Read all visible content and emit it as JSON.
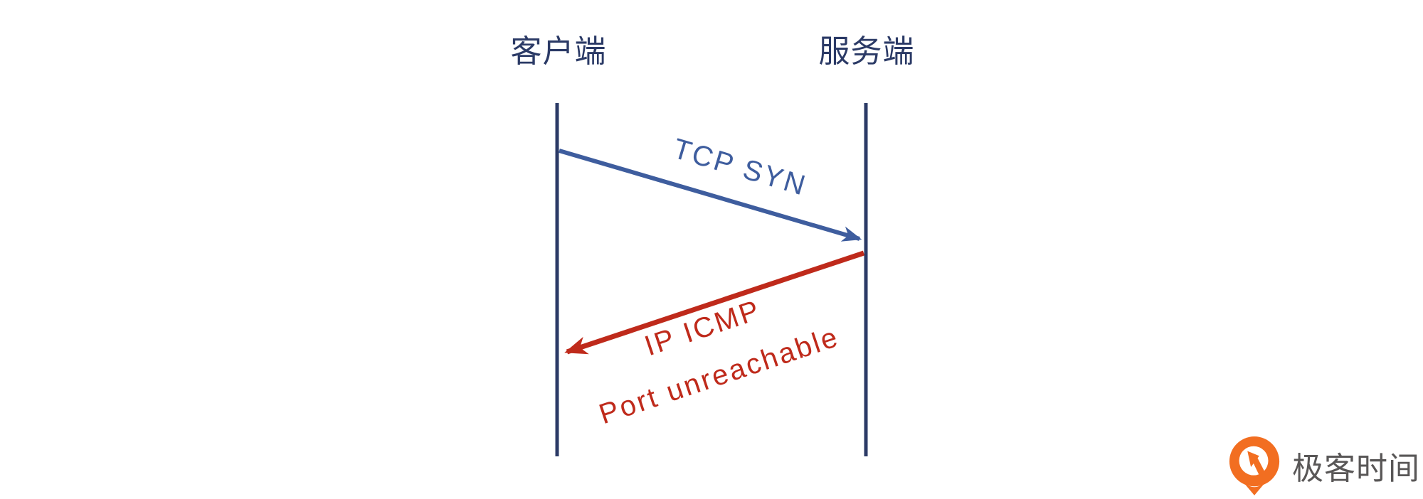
{
  "diagram": {
    "colors": {
      "navy": "#2b3a66",
      "blue": "#3e5d9e",
      "red": "#bf2a1b"
    },
    "actors": [
      {
        "id": "client",
        "label": "客户端"
      },
      {
        "id": "server",
        "label": "服务端"
      }
    ],
    "messages": [
      {
        "label": "TCP SYN",
        "from": "client",
        "to": "server",
        "color": "#3e5d9e"
      },
      {
        "label_line1": "IP ICMP",
        "label_line2": "Port unreachable",
        "from": "server",
        "to": "client",
        "color": "#bf2a1b"
      }
    ]
  },
  "branding": {
    "logo_text": "极客时间",
    "logo_orange": "#f26e21",
    "logo_text_color": "#595757"
  }
}
